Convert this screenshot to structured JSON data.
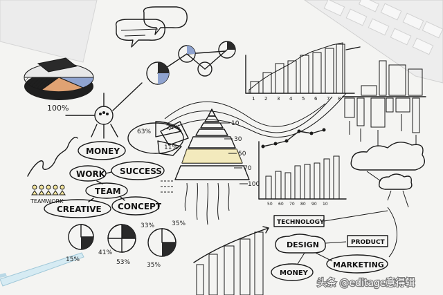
{
  "colors": {
    "paper": "#f4f4f2",
    "orange": "#e0a273",
    "blue": "#8fa3cf",
    "yellow": "#f2e39a",
    "dark": "#2a2a2a",
    "ink": "#1a1a1a"
  },
  "labels": {
    "pct100": "100%",
    "money": "MONEY",
    "work": "WORK",
    "success": "SUCCESS",
    "team": "TEAM",
    "teamwork": "TEAMWORK",
    "creative": "CREATIVE",
    "concept": "CONCEPT",
    "technology": "TECHNOLOGY",
    "design": "DESIGN",
    "product": "PRODUCT",
    "marketing": "MARKETING",
    "money2": "MONEY"
  },
  "pie_tl": {
    "p1": "63%",
    "p2": "24%",
    "p3": "11%"
  },
  "pyramid": {
    "levels": [
      "10",
      "30",
      "50",
      "70",
      "100"
    ]
  },
  "line_axis": {
    "x_ticks": [
      "1",
      "2",
      "3",
      "4",
      "5",
      "6",
      "7",
      "8"
    ]
  },
  "bar_axis": {
    "x_ticks": [
      "50",
      "60",
      "70",
      "80",
      "90",
      "10"
    ]
  },
  "small_pies": {
    "p1": "15%",
    "p2": "41%",
    "p3": "53%",
    "p4": "33%",
    "p5": "35%",
    "p6": "35%"
  },
  "watermark": {
    "text": "头条 @editage意得辑"
  }
}
